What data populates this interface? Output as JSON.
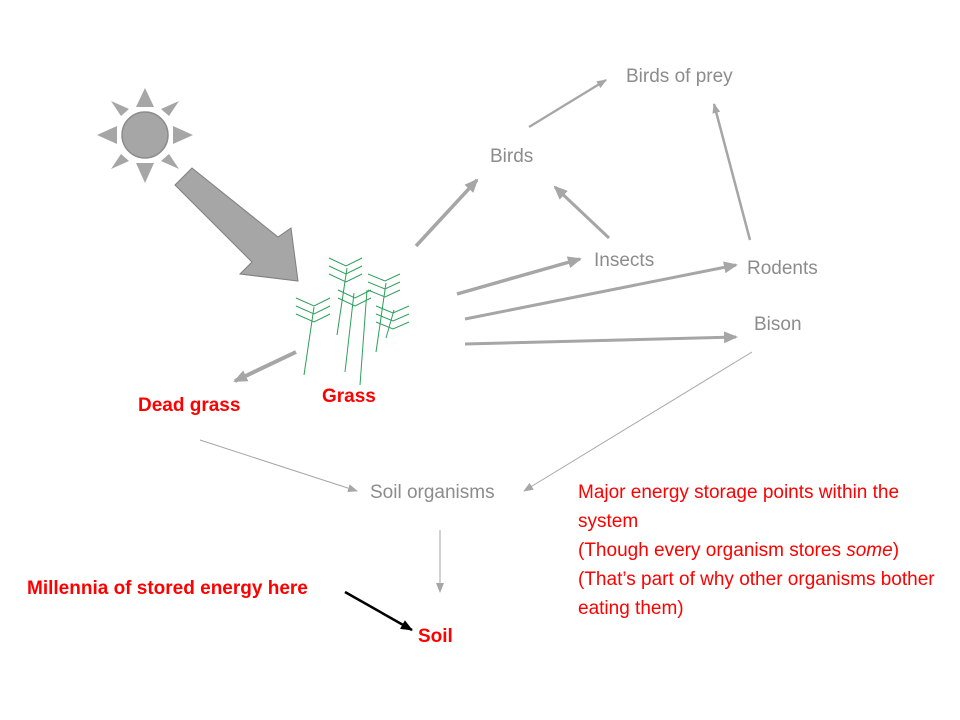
{
  "colors": {
    "node_gray": "#8c8c8c",
    "emphasis_red": "#ff0000",
    "arrow_gray": "#a6a6a6",
    "sun_gray": "#a6a6a6",
    "grass_green": "#2ca05a",
    "black_arrow": "#000000"
  },
  "icons": {
    "sun": "sun-icon",
    "grass": "grass-icon",
    "sunlight_arrow": "block-arrow-icon"
  },
  "nodes": {
    "birds_of_prey": "Birds of prey",
    "birds": "Birds",
    "insects": "Insects",
    "rodents": "Rodents",
    "bison": "Bison",
    "grass": "Grass",
    "dead_grass": "Dead grass",
    "soil_organisms": "Soil organisms",
    "soil": "Soil"
  },
  "callout": "Millennia of stored energy here",
  "notes": {
    "storage": "Major energy storage points within the system",
    "though_prefix": "(Though every organism stores ",
    "though_emphasis": "some",
    "though_suffix": ")",
    "why": "(That’s part of why other organisms bother eating them)"
  }
}
